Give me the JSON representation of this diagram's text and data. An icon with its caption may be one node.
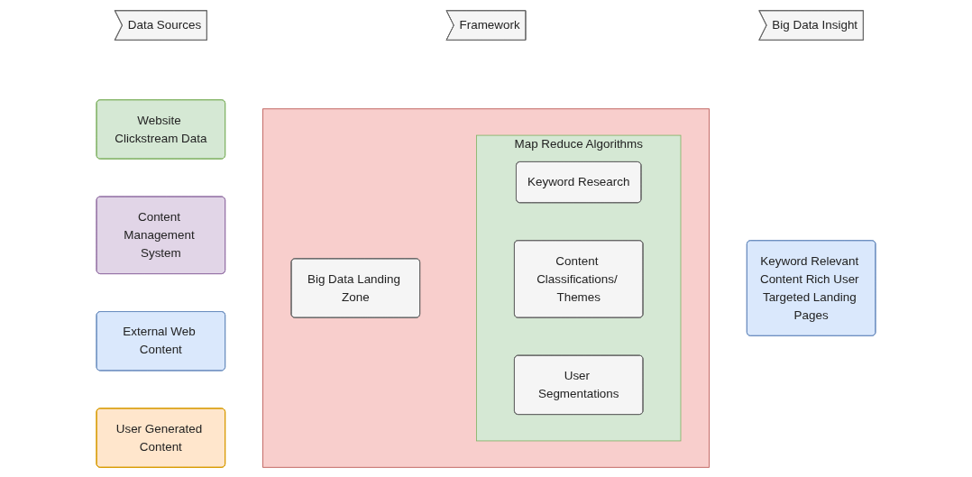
{
  "diagram": {
    "nodes": [
      {
        "text": [
          "Data Sources"
        ]
      },
      {
        "text": [
          "Framework"
        ]
      },
      {
        "text": [
          "Big Data Insight"
        ]
      },
      {
        "text": [
          "Website Clickstream Data"
        ]
      },
      {
        "text": [
          "Content Management System"
        ]
      },
      {
        "text": [
          "External Web Content"
        ]
      },
      {
        "text": [
          "User Generated Content"
        ]
      },
      {
        "text": [],
        "shape": "box"
      },
      {
        "text": [
          "Big Data Landing Zone"
        ],
        "in": 7
      },
      {
        "text": [
          "Map Reduce Algorithms"
        ],
        "in": 7
      },
      {
        "text": [
          "Keyword Research"
        ],
        "in": 9
      },
      {
        "text": [
          "Content Classifications/ Themes"
        ],
        "in": 9
      },
      {
        "text": [
          "User Segmentations"
        ],
        "in": 9
      },
      {
        "text": [
          "Keyword Relevant Content Rich User Targeted Landing Pages"
        ]
      }
    ],
    "edges": []
  }
}
